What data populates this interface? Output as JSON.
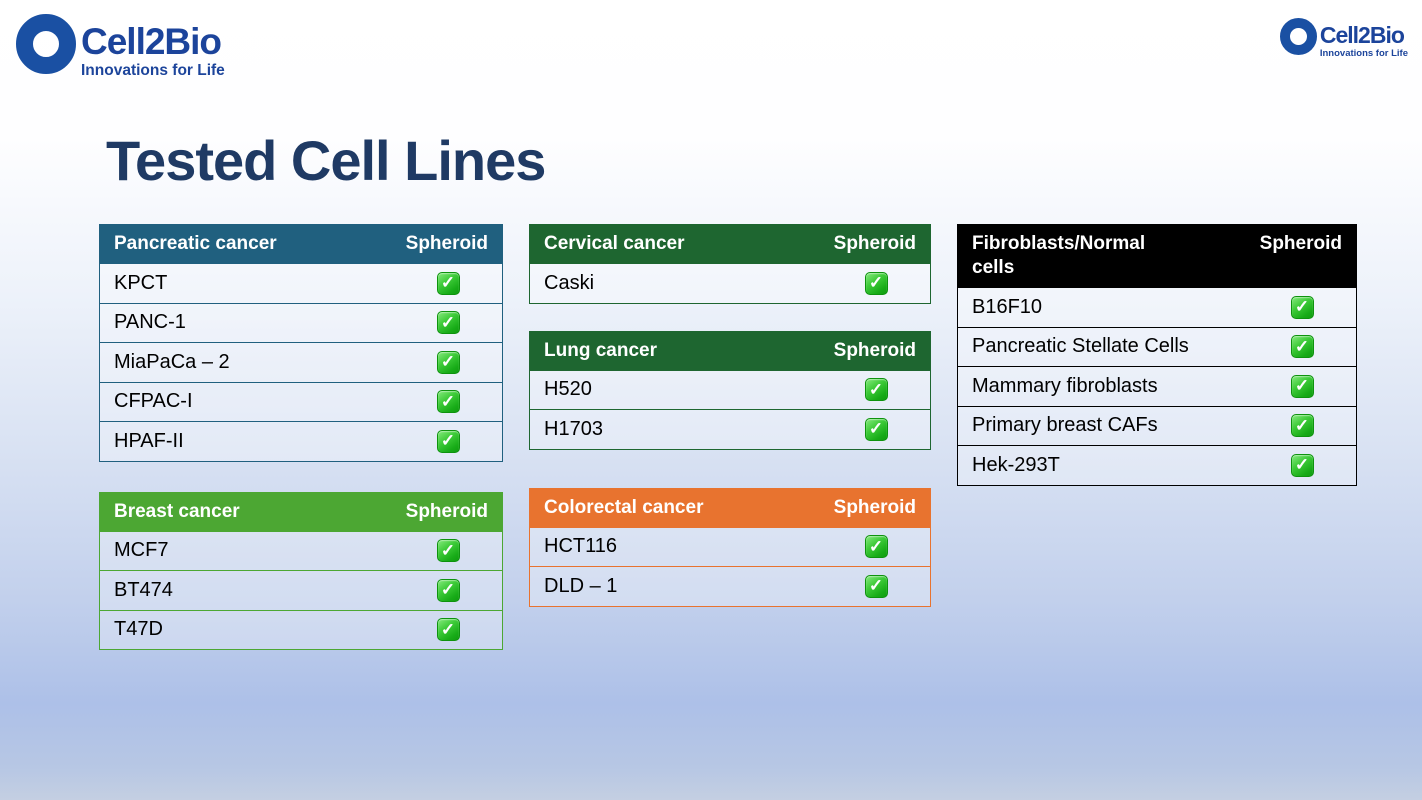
{
  "slide": {
    "title": "Tested Cell Lines"
  },
  "brand": {
    "name": "Cell2Bio",
    "tagline": "Innovations for Life",
    "logo_color": "#1A50A3",
    "text_color": "#1C449B"
  },
  "colors": {
    "title": "#1F3A64",
    "check_green": "#1FB41F",
    "header_text": "#FFFFFF"
  },
  "tables": [
    {
      "id": "pancreatic",
      "column": 1,
      "header": "Pancreatic cancer",
      "spheroid_label": "Spheroid",
      "accent": "#20607F",
      "rows": [
        {
          "name": "KPCT",
          "spheroid": true
        },
        {
          "name": "PANC-1",
          "spheroid": true
        },
        {
          "name": "MiaPaCa – 2",
          "spheroid": true
        },
        {
          "name": "CFPAC-I",
          "spheroid": true
        },
        {
          "name": "HPAF-II",
          "spheroid": true
        }
      ]
    },
    {
      "id": "breast",
      "column": 1,
      "header": "Breast cancer",
      "spheroid_label": "Spheroid",
      "accent": "#4CA733",
      "rows": [
        {
          "name": "MCF7",
          "spheroid": true
        },
        {
          "name": "BT474",
          "spheroid": true
        },
        {
          "name": "T47D",
          "spheroid": true
        }
      ]
    },
    {
      "id": "cervical",
      "column": 2,
      "header": "Cervical cancer",
      "spheroid_label": "Spheroid",
      "accent": "#1E6630",
      "rows": [
        {
          "name": "Caski",
          "spheroid": true
        }
      ]
    },
    {
      "id": "lung",
      "column": 2,
      "header": "Lung cancer",
      "spheroid_label": "Spheroid",
      "accent": "#1E6630",
      "rows": [
        {
          "name": "H520",
          "spheroid": true
        },
        {
          "name": "H1703",
          "spheroid": true
        }
      ]
    },
    {
      "id": "colorectal",
      "column": 2,
      "header": "Colorectal cancer",
      "spheroid_label": "Spheroid",
      "accent": "#E8732F",
      "rows": [
        {
          "name": "HCT116",
          "spheroid": true
        },
        {
          "name": "DLD – 1",
          "spheroid": true
        }
      ]
    },
    {
      "id": "fibroblasts",
      "column": 3,
      "header": "Fibroblasts/Normal cells",
      "spheroid_label": "Spheroid",
      "accent": "#000000",
      "rows": [
        {
          "name": "B16F10",
          "spheroid": true
        },
        {
          "name": "Pancreatic Stellate Cells",
          "spheroid": true
        },
        {
          "name": "Mammary fibroblasts",
          "spheroid": true
        },
        {
          "name": "Primary breast CAFs",
          "spheroid": true
        },
        {
          "name": "Hek-293T",
          "spheroid": true
        }
      ]
    }
  ]
}
